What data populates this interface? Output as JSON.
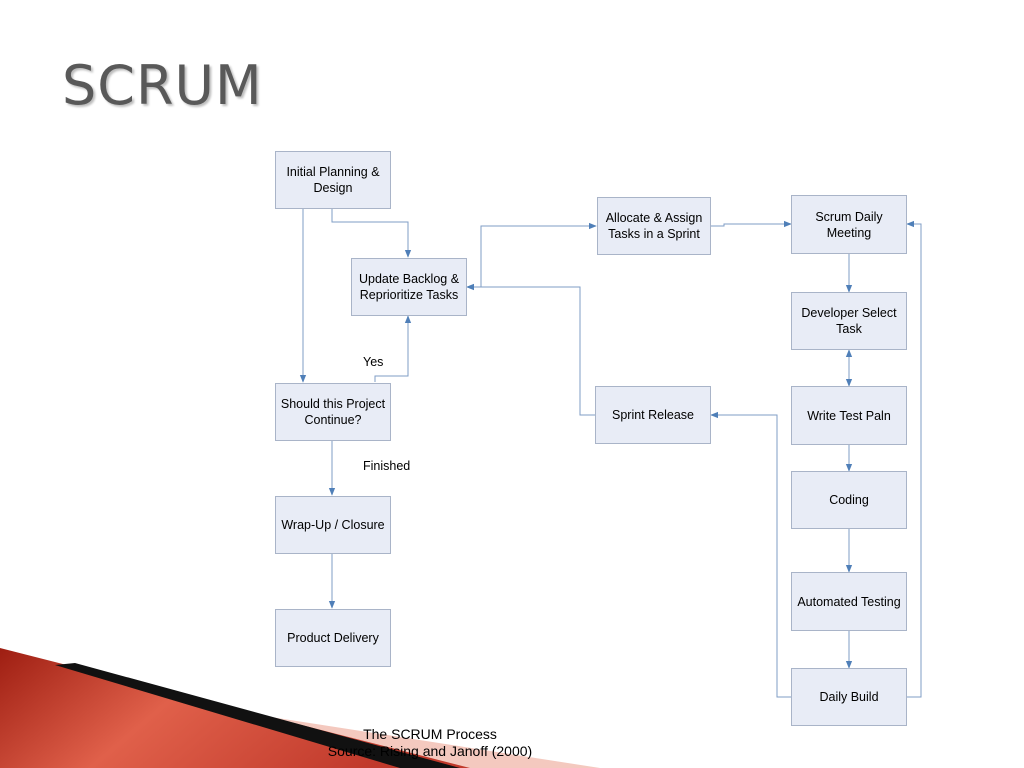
{
  "slide": {
    "title": "SCRUM"
  },
  "nodes": {
    "initial_planning": "Initial Planning & Design",
    "update_backlog": "Update Backlog & Reprioritize Tasks",
    "should_continue": "Should this Project Continue?",
    "wrap_up": "Wrap-Up / Closure",
    "product_delivery": "Product Delivery",
    "allocate_tasks": "Allocate & Assign Tasks in a Sprint",
    "sprint_release": "Sprint Release",
    "scrum_daily": "Scrum Daily Meeting",
    "developer_select": "Developer Select Task",
    "write_test": "Write Test Paln",
    "coding": "Coding",
    "automated_testing": "Automated Testing",
    "daily_build": "Daily Build"
  },
  "edge_labels": {
    "yes": "Yes",
    "finished": "Finished"
  },
  "footer": {
    "line1": "The SCRUM Process",
    "line2": "Source: Rising and Janoff (2000)"
  },
  "colors": {
    "node_fill": "#e8ecf6",
    "node_border": "#a9b4c8",
    "connector": "#7f9dc6",
    "arrowhead": "#4f7fb8",
    "title": "#595959",
    "decor_red": "#c0392b"
  }
}
